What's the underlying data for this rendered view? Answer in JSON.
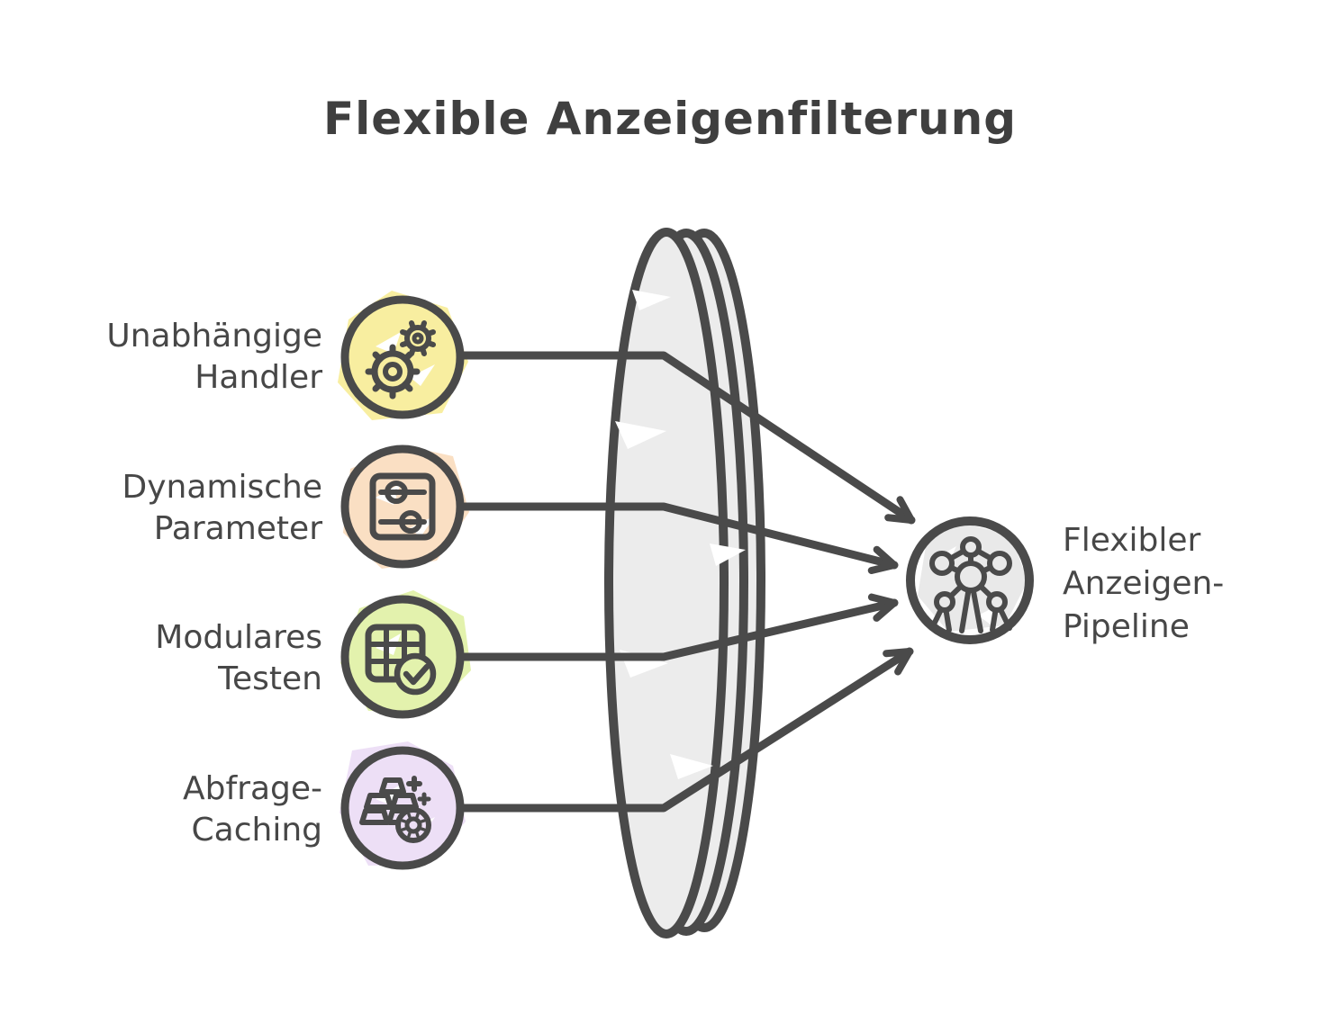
{
  "title": "Flexible Anzeigenfilterung",
  "items": [
    {
      "line1": "Unabhängige",
      "line2": "Handler",
      "icon": "gears-icon",
      "blob_color": "#f8eea0"
    },
    {
      "line1": "Dynamische",
      "line2": "Parameter",
      "icon": "sliders-icon",
      "blob_color": "#fadfc3"
    },
    {
      "line1": "Modulares",
      "line2": "Testen",
      "icon": "grid-check-icon",
      "blob_color": "#e3f2ad"
    },
    {
      "line1": "Abfrage-",
      "line2": "Caching",
      "icon": "cache-coins-icon",
      "blob_color": "#eddff6"
    }
  ],
  "output": {
    "line1": "Flexibler",
    "line2": "Anzeigen-",
    "line3": "Pipeline",
    "icon": "network-icon",
    "blob_color": "#e9e9e9"
  },
  "colors": {
    "stroke": "#4a4a4a",
    "text": "#474747",
    "title": "#3f3f3f",
    "lens_fill": "#ececec",
    "background": "#ffffff"
  }
}
